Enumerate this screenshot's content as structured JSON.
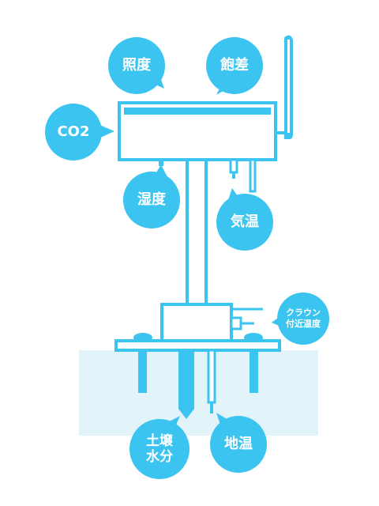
{
  "colors": {
    "accent": "#3bc4ef",
    "ground": "#e2f3fa",
    "stroke_width_note": ""
  },
  "labels": {
    "illuminance": "照度",
    "saturation_deficit": "飽差",
    "co2": "CO2",
    "humidity": "湿度",
    "air_temperature": "気温",
    "crown_temperature": "クラウン\n付近温度",
    "soil_moisture": "土壌\n水分",
    "ground_temperature": "地温"
  }
}
